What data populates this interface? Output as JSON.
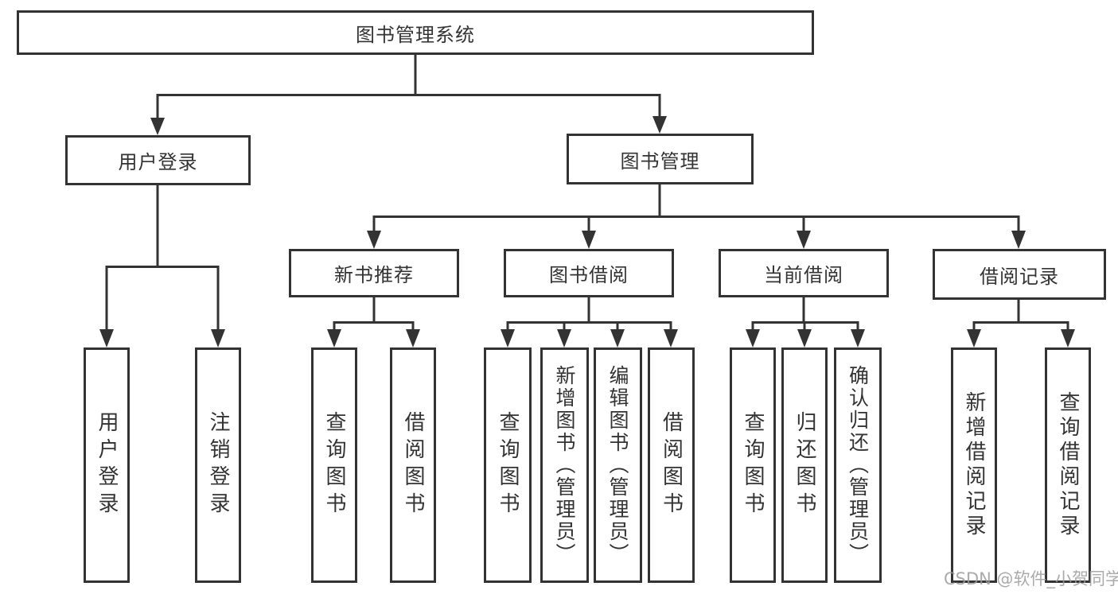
{
  "diagram": {
    "title": "图书管理系统",
    "children": [
      {
        "label": "用户登录",
        "children": [
          {
            "label": "用户登录"
          },
          {
            "label": "注销登录"
          }
        ]
      },
      {
        "label": "图书管理",
        "children": [
          {
            "label": "新书推荐",
            "children": [
              {
                "label": "查询图书"
              },
              {
                "label": "借阅图书"
              }
            ]
          },
          {
            "label": "图书借阅",
            "children": [
              {
                "label": "查询图书"
              },
              {
                "label": "新增图书（管理员）"
              },
              {
                "label": "编辑图书（管理员）"
              },
              {
                "label": "借阅图书"
              }
            ]
          },
          {
            "label": "当前借阅",
            "children": [
              {
                "label": "查询图书"
              },
              {
                "label": "归还图书"
              },
              {
                "label": "确认归还（管理员）"
              }
            ]
          },
          {
            "label": "借阅记录",
            "children": [
              {
                "label": "新增借阅记录"
              },
              {
                "label": "查询借阅记录"
              }
            ]
          }
        ]
      }
    ]
  },
  "watermark": "CSDN @软件_小贺同学",
  "colors": {
    "line": "#333333",
    "text": "#333333",
    "box_background": "#ffffff",
    "watermark": "#9b9b9b"
  }
}
